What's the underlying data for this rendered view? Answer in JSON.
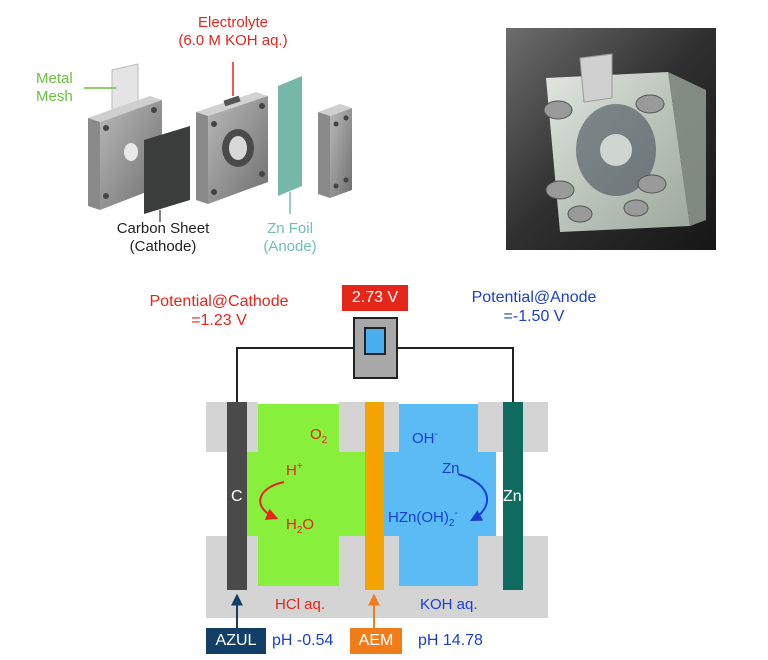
{
  "exploded_view": {
    "electrolyte": {
      "line1": "Electrolyte",
      "line2": "(6.0 M KOH aq.)"
    },
    "metal_mesh": {
      "line1": "Metal",
      "line2": "Mesh"
    },
    "carbon_sheet": {
      "line1": "Carbon Sheet",
      "line2": "(Cathode)"
    },
    "zn_foil": {
      "line1": "Zn Foil",
      "line2": "(Anode)"
    }
  },
  "cell_diagram": {
    "voltage": "2.73 V",
    "cathode_potential": {
      "line1": "Potential@Cathode",
      "line2": "=1.23 V"
    },
    "anode_potential": {
      "line1": "Potential@Anode",
      "line2": "=-1.50 V"
    },
    "electrode_c": "C",
    "electrode_zn": "Zn",
    "cathode_side": {
      "o2": "O",
      "o2_sub": "2",
      "h": "H",
      "h_sup": "+",
      "h2o_a": "H",
      "h2o_sub": "2",
      "h2o_b": "O",
      "electrolyte": "HCl aq.",
      "ph": "pH -0.54"
    },
    "anode_side": {
      "oh": "OH",
      "oh_sup": "-",
      "zn": "Zn",
      "hzn_a": "HZn(OH)",
      "hzn_sub": "2",
      "hzn_sup": "-",
      "electrolyte": "KOH aq.",
      "ph": "pH 14.78"
    },
    "tags": {
      "azul": "AZUL",
      "aem": "AEM"
    }
  },
  "colors": {
    "cathode_text": "#e8231a",
    "anode_text": "#1a3fd0",
    "metal_mesh_text": "#6abf3f",
    "zn_foil_text": "#6fbfb1",
    "acid_fill": "#88ef3c",
    "base_fill": "#5bbcf5",
    "membrane": "#f5a300",
    "zn_electrode": "#0f6b5d",
    "c_electrode": "#4a4a4a",
    "azul_tag": "#123f68",
    "aem_tag": "#f07d1a",
    "voltage_tag": "#e52619"
  }
}
